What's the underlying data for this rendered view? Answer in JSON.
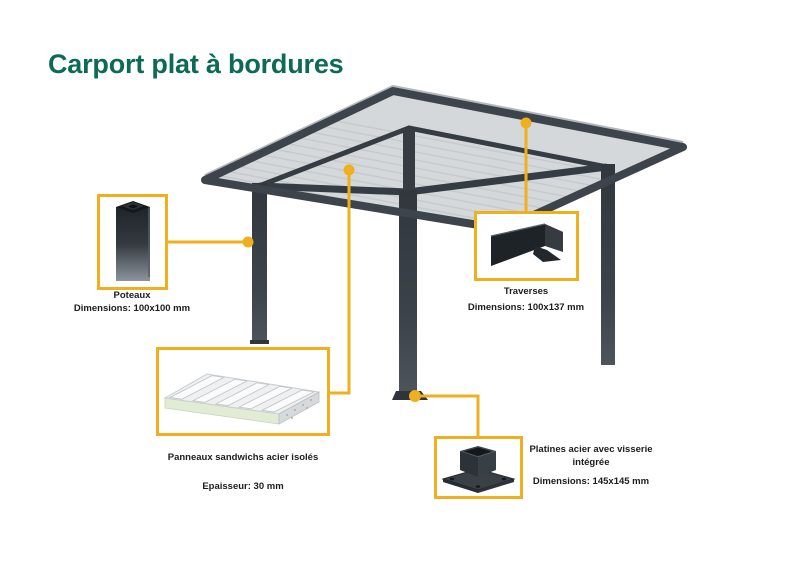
{
  "title": "Carport plat à bordures",
  "colors": {
    "title_green": "#0d6a55",
    "callout_yellow": "#F0AF1F",
    "structure_dark": "#3E444B",
    "roof_underside_light": "#D5D8DA",
    "background": "#FFFFFF"
  },
  "callouts": {
    "poteaux": {
      "label": "Poteaux",
      "dimensions": "Dimensions: 100x100 mm"
    },
    "traverses": {
      "label": "Traverses",
      "dimensions": "Dimensions: 100x137 mm"
    },
    "panneaux": {
      "label": "Panneaux sandwichs acier isolés",
      "thickness": "Epaisseur: 30 mm"
    },
    "platines": {
      "label": "Platines acier avec visserie intégrée",
      "dimensions": "Dimensions: 145x145 mm"
    }
  }
}
